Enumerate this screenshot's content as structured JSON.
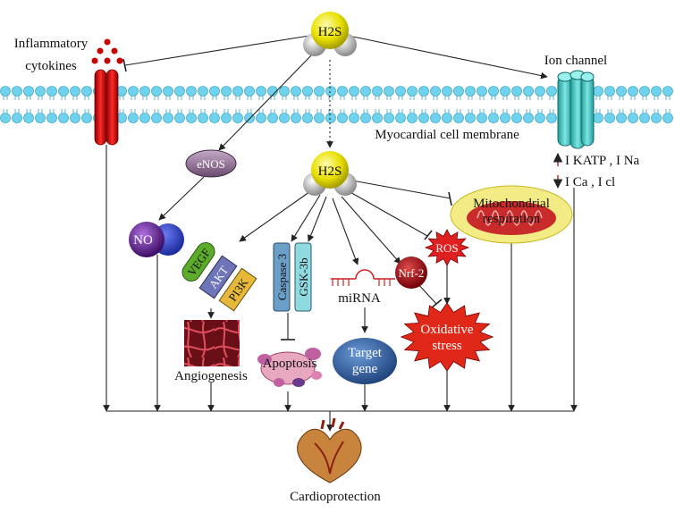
{
  "labels": {
    "h2s_top": "H2S",
    "h2s_mid": "H2S",
    "inflammatory_line1": "Inflammatory",
    "inflammatory_line2": "cytokines",
    "ion_channel": "Ion channel",
    "membrane": "Myocardial cell membrane",
    "enos": "eNOS",
    "no": "NO",
    "vegf": "VEGF",
    "akt": "AKT",
    "pi3k": "PI3K",
    "caspase3": "Caspase 3",
    "gsk3b": "GSK-3b",
    "mirna": "miRNA",
    "nrf2": "Nrf-2",
    "ros": "ROS",
    "oxidative_line1": "Oxidative",
    "oxidative_line2": "stress",
    "mito_line1": "Mitochondrial",
    "mito_line2": "respiration",
    "angiogenesis": "Angiogenesis",
    "apoptosis": "Apoptosis",
    "target_line1": "Target",
    "target_line2": "gene",
    "cardioprotection": "Cardioprotection",
    "current_up": "I KATP , I Na",
    "current_down": "I Ca , I cl"
  },
  "colors": {
    "membrane": "#6fd3ee",
    "h2s": "#e8e000",
    "enos": "#8b6b8e",
    "no": "#5b1f8c",
    "vegf": "#5cab2a",
    "akt": "#6d74b8",
    "pi3k": "#e6b93a",
    "caspase": "#6aa0c8",
    "gsk": "#8fd9e0",
    "nrf2": "#a8101a",
    "ros": "#e02020",
    "oxidative": "#e02818",
    "mito_oval": "#f3ec86",
    "mito": "#c92a2a",
    "target": "#2d5a9a",
    "receptor": "#d81010",
    "ion": "#3fc7c4",
    "arrow_red": "#e02020"
  }
}
